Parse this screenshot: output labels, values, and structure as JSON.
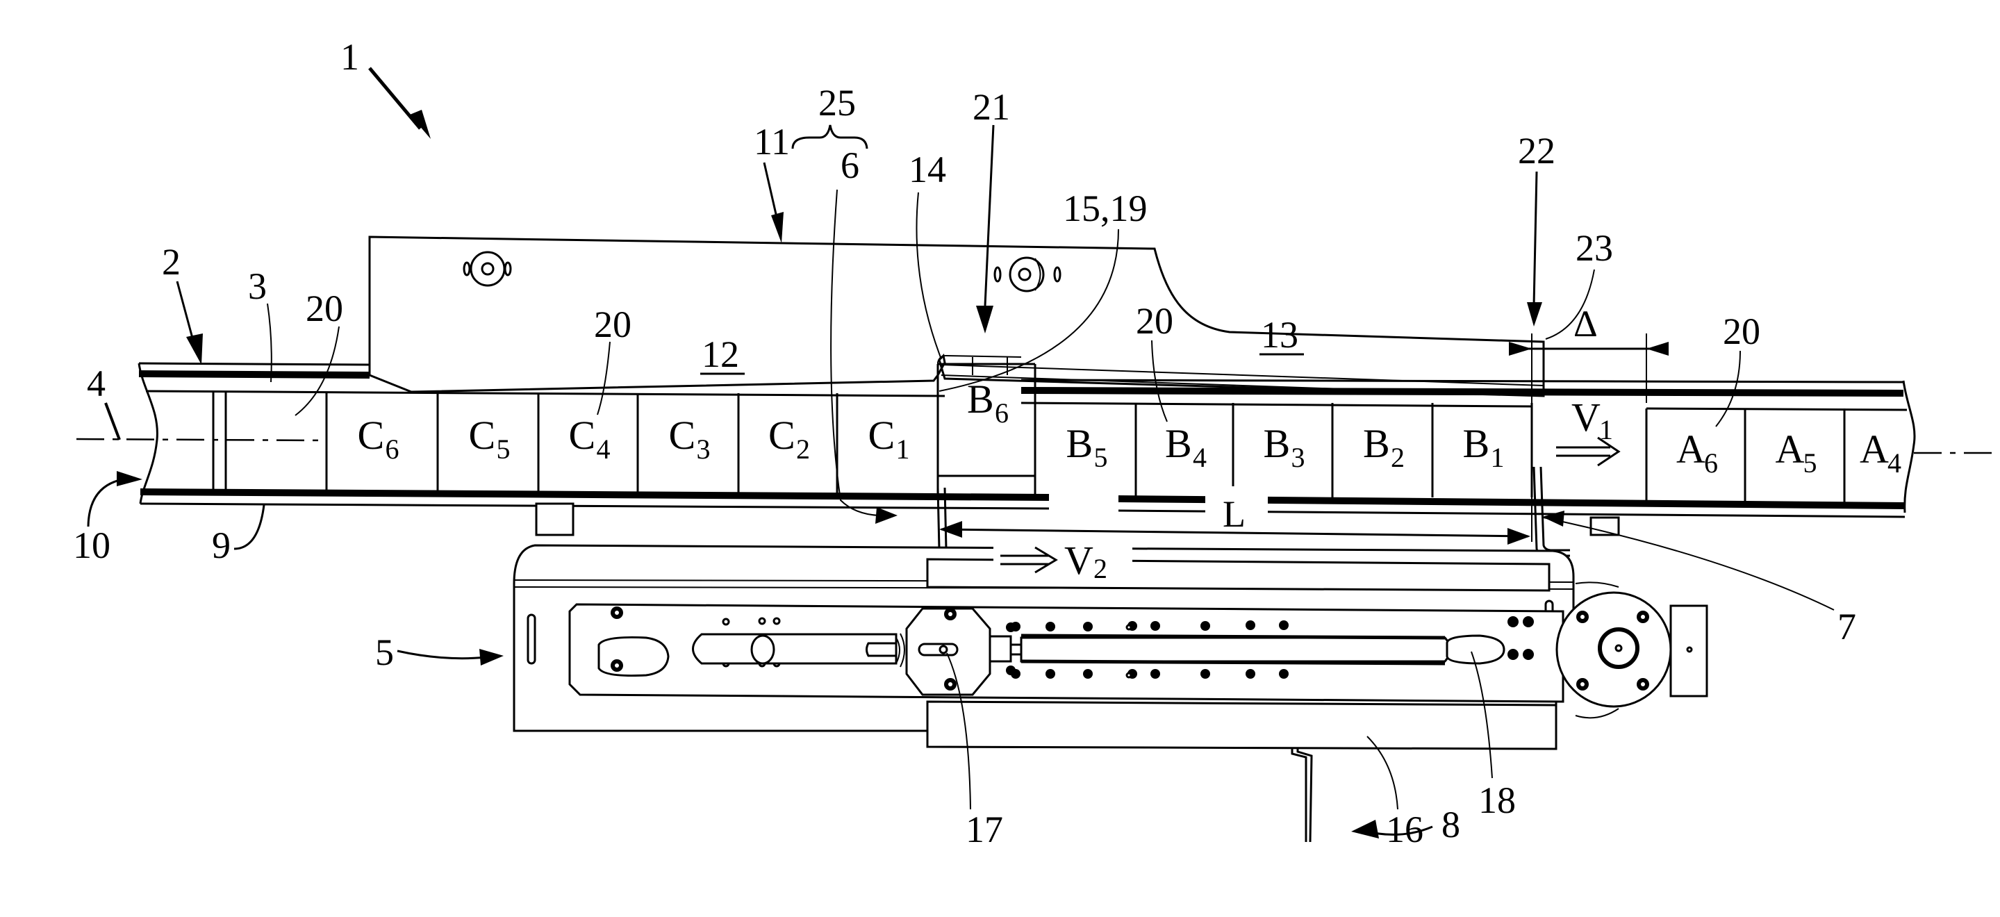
{
  "figure": {
    "type": "patent-drawing",
    "subject": "product grouping / spacing device on conveyor"
  },
  "reference_labels": {
    "device": "1",
    "conveyor": "2",
    "conveyor_surface": "3",
    "axis": "4",
    "drive_unit": "5",
    "pusher_front": "6",
    "pusher_rear": "7",
    "pusher_return": "8",
    "rail_lower": "9",
    "conveyor_end": "10",
    "guide_plate": "11",
    "guide_section_1": "12",
    "guide_section_2": "13",
    "guide_edge": "14",
    "guide_curve": "15,19",
    "wheel": "16",
    "carriage": "17",
    "drive_shaft": "18",
    "product_top_left": "20",
    "product_top_mid": "20",
    "product_top_b": "20",
    "product_top_a": "20",
    "guide_gap": "21",
    "guide_end": "22",
    "guide_tip": "23",
    "pusher_pair": "25"
  },
  "dimensions": {
    "group_length": "L",
    "gap": "Δ"
  },
  "velocities": {
    "v1_main": "V",
    "v1_sub": "1",
    "v2_main": "V",
    "v2_sub": "2"
  },
  "products": {
    "group_c": [
      {
        "main": "C",
        "sub": "6"
      },
      {
        "main": "C",
        "sub": "5"
      },
      {
        "main": "C",
        "sub": "4"
      },
      {
        "main": "C",
        "sub": "3"
      },
      {
        "main": "C",
        "sub": "2"
      },
      {
        "main": "C",
        "sub": "1"
      }
    ],
    "group_b": [
      {
        "main": "B",
        "sub": "6"
      },
      {
        "main": "B",
        "sub": "5"
      },
      {
        "main": "B",
        "sub": "4"
      },
      {
        "main": "B",
        "sub": "3"
      },
      {
        "main": "B",
        "sub": "2"
      },
      {
        "main": "B",
        "sub": "1"
      }
    ],
    "group_a": [
      {
        "main": "A",
        "sub": "6"
      },
      {
        "main": "A",
        "sub": "5"
      },
      {
        "main": "A",
        "sub": "4"
      }
    ]
  }
}
